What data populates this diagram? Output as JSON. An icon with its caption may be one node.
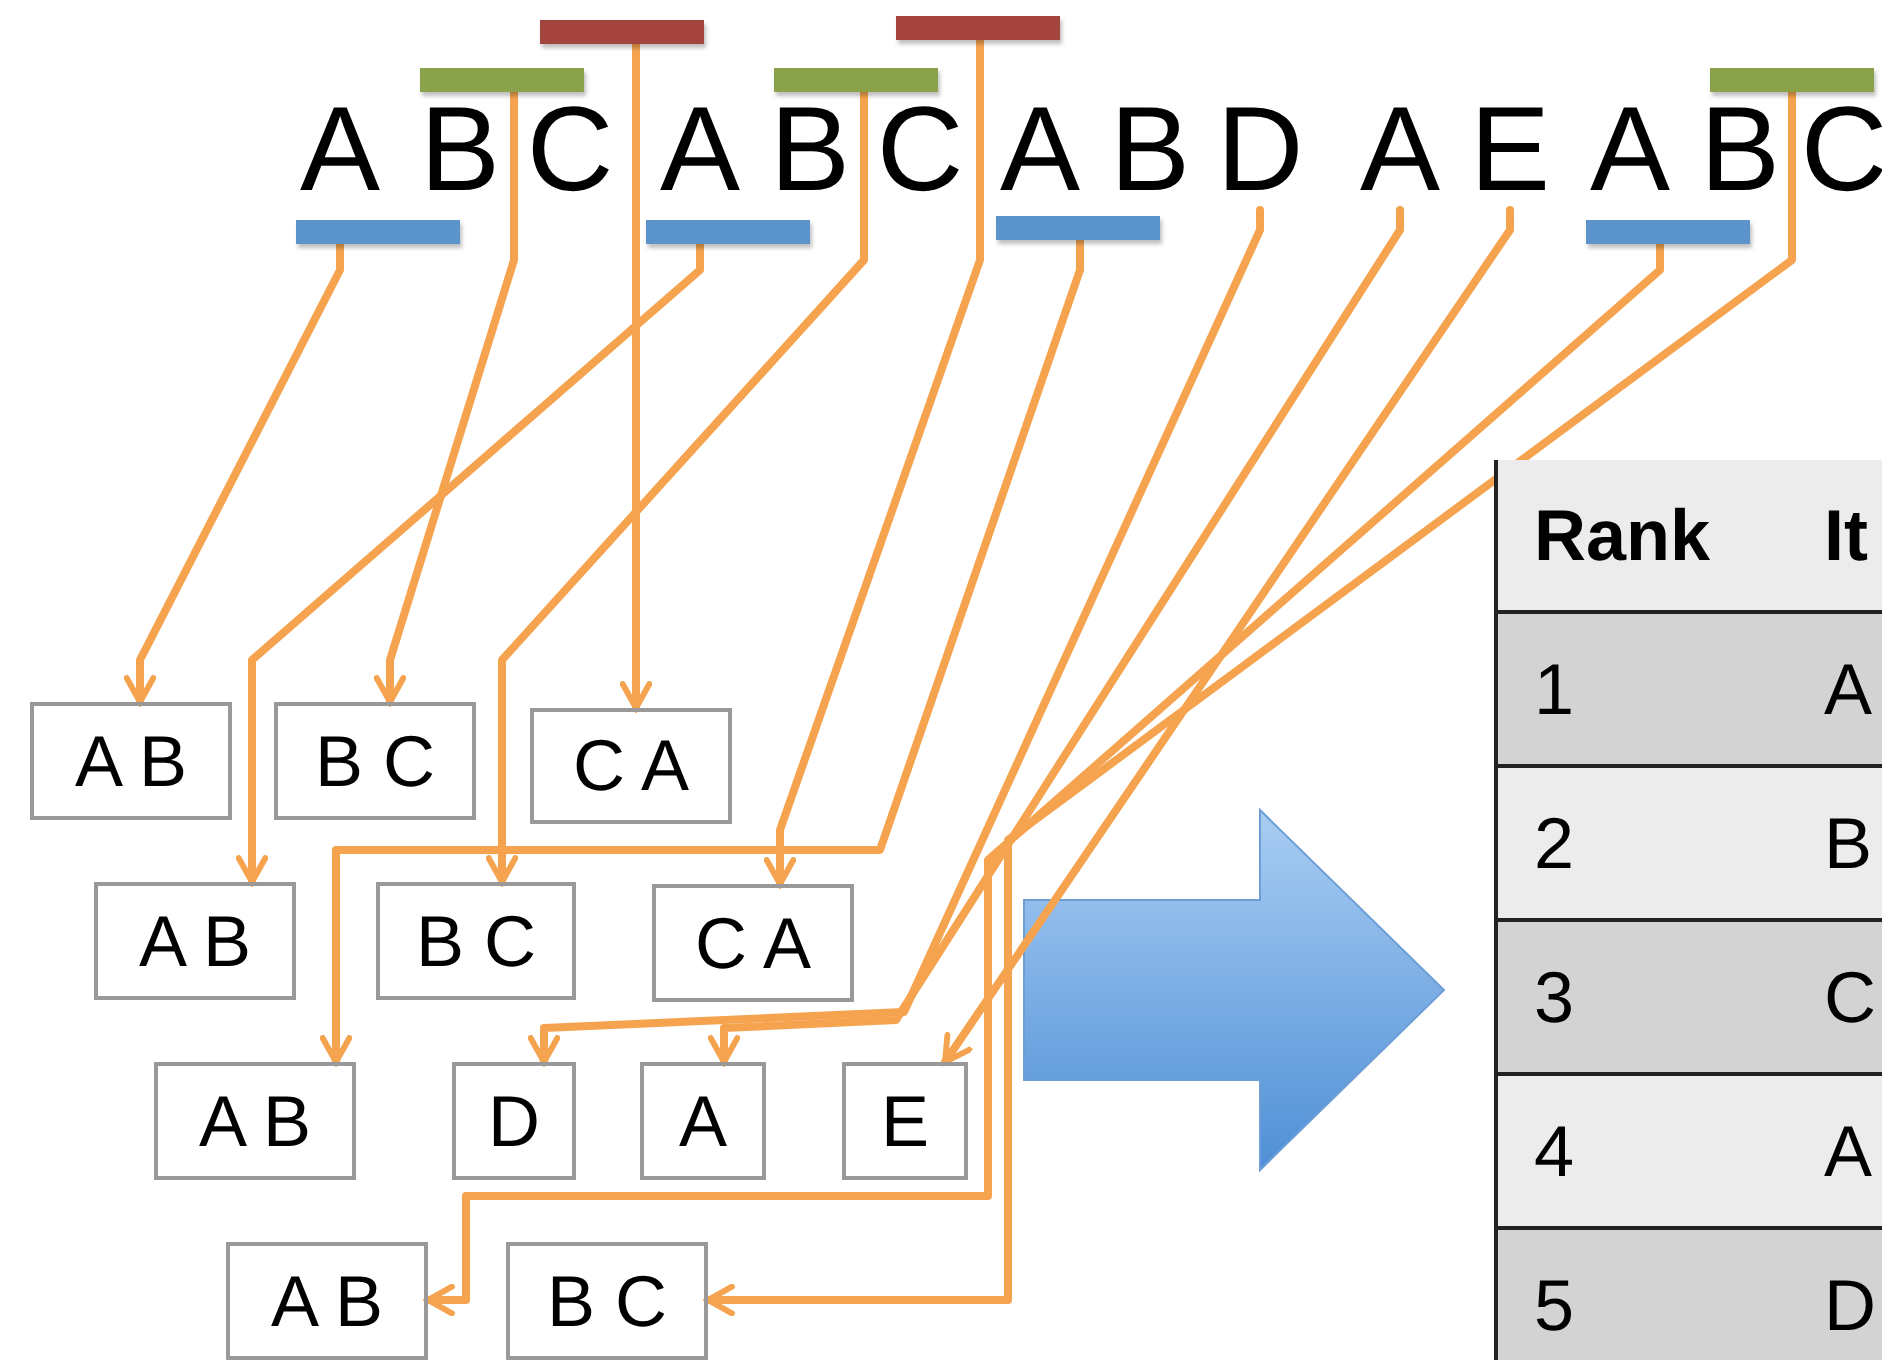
{
  "diagram": {
    "nodes": [
      {
        "text": [],
        "shape": "bar"
      },
      {
        "text": [],
        "shape": "bar"
      },
      {
        "text": [],
        "shape": "bar"
      },
      {
        "text": [],
        "shape": "bar"
      },
      {
        "text": [],
        "shape": "bar"
      },
      {
        "text": [
          "A"
        ]
      },
      {
        "text": [
          "B"
        ]
      },
      {
        "text": [
          "C"
        ]
      },
      {
        "text": [
          "A"
        ]
      },
      {
        "text": [
          "B"
        ]
      },
      {
        "text": [
          "C"
        ]
      },
      {
        "text": [
          "A"
        ]
      },
      {
        "text": [
          "B"
        ]
      },
      {
        "text": [
          "D"
        ]
      },
      {
        "text": [
          "A"
        ]
      },
      {
        "text": [
          "E"
        ]
      },
      {
        "text": [
          "A"
        ]
      },
      {
        "text": [
          "B"
        ]
      },
      {
        "text": [
          "C"
        ]
      },
      {
        "text": [],
        "shape": "bar"
      },
      {
        "text": [],
        "shape": "bar"
      },
      {
        "text": [],
        "shape": "bar"
      },
      {
        "text": [],
        "shape": "bar"
      },
      {
        "text": [
          "A B"
        ]
      },
      {
        "text": [
          "B C"
        ]
      },
      {
        "text": [
          "C A"
        ]
      },
      {
        "text": [
          "A B"
        ]
      },
      {
        "text": [
          "B C"
        ]
      },
      {
        "text": [
          "C A"
        ]
      },
      {
        "text": [
          "A B"
        ]
      },
      {
        "text": [
          "D"
        ]
      },
      {
        "text": [
          "A"
        ]
      },
      {
        "text": [
          "E"
        ]
      },
      {
        "text": [
          "A B"
        ]
      },
      {
        "text": [
          "B C"
        ]
      }
    ],
    "edges": [
      {
        "from": 19,
        "to": 23,
        "arrow": "to"
      },
      {
        "from": 2,
        "to": 24,
        "arrow": "to"
      },
      {
        "from": 0,
        "to": 25,
        "arrow": "to"
      },
      {
        "from": 20,
        "to": 26,
        "arrow": "to"
      },
      {
        "from": 3,
        "to": 27,
        "arrow": "to"
      },
      {
        "from": 1,
        "to": 28,
        "arrow": "to"
      },
      {
        "from": 21,
        "to": 29,
        "arrow": "to"
      },
      {
        "from": 13,
        "to": 30,
        "arrow": "to"
      },
      {
        "from": 14,
        "to": 31,
        "arrow": "to"
      },
      {
        "from": 15,
        "to": 32,
        "arrow": "to"
      },
      {
        "from": 22,
        "to": 33,
        "arrow": "to"
      },
      {
        "from": 4,
        "to": 34,
        "arrow": "to"
      }
    ],
    "labels": [
      "Rank",
      "It",
      "1",
      "A",
      "2",
      "B",
      "3",
      "C",
      "4",
      "A",
      "5",
      "D"
    ]
  }
}
